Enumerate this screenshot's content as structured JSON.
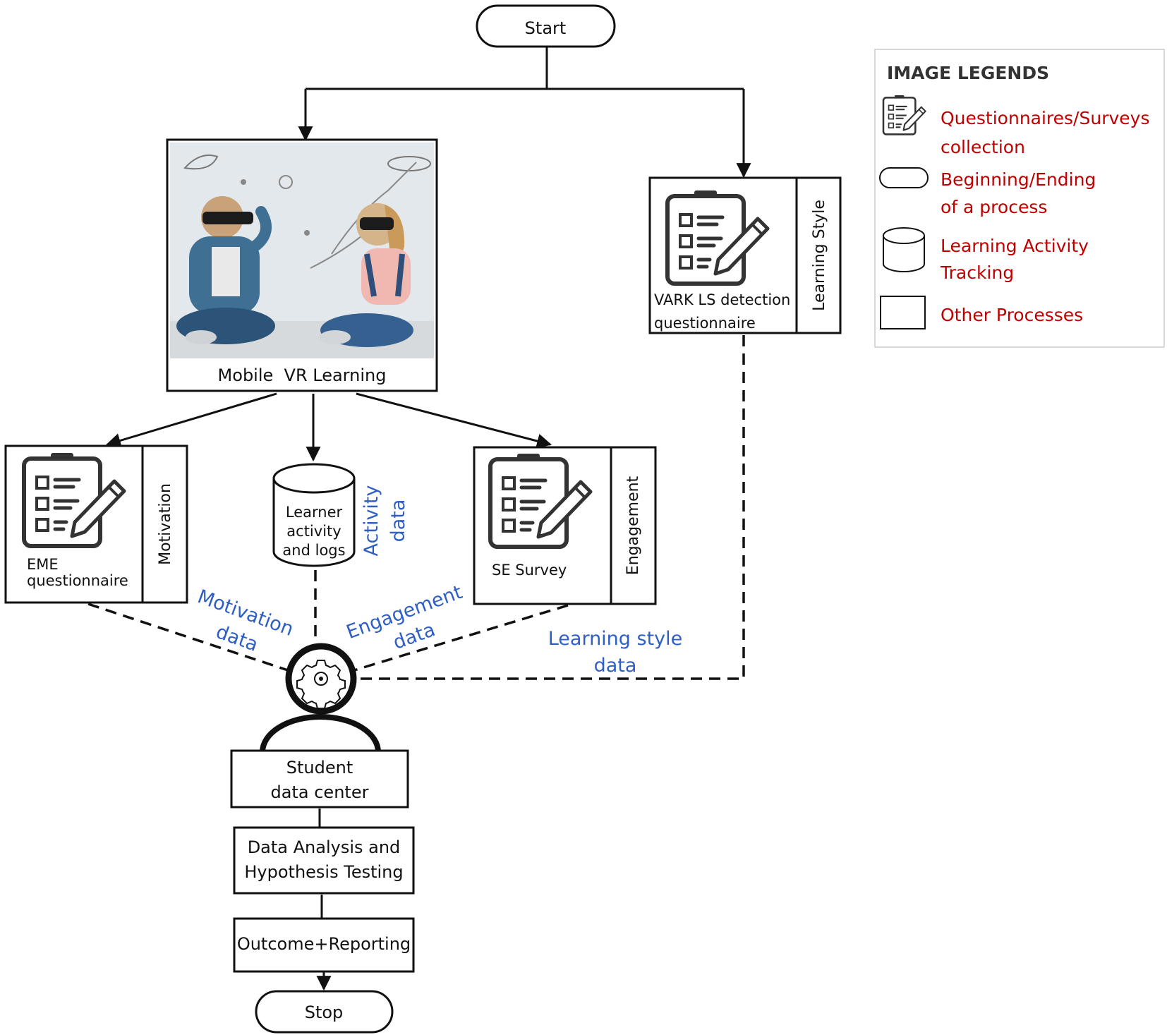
{
  "nodes": {
    "start": "Start",
    "mobile_vr": "Mobile  VR Learning",
    "vark_caption_1": "VARK LS detection",
    "vark_caption_2": "questionnaire",
    "vark_side": "Learning Style",
    "eme_caption_1": "EME",
    "eme_caption_2": "questionnaire",
    "eme_side": "Motivation",
    "db_1": "Learner",
    "db_2": "activity",
    "db_3": "and logs",
    "se_caption": "SE Survey",
    "se_side": "Engagement",
    "data_center_1": "Student",
    "data_center_2": "data center",
    "analysis_1": "Data Analysis and",
    "analysis_2": "Hypothesis Testing",
    "outcome": "Outcome+Reporting",
    "stop": "Stop"
  },
  "flows": {
    "activity_1": "Activity",
    "activity_2": "data",
    "motivation_1": "Motivation",
    "motivation_2": "data",
    "engagement_1": "Engagement",
    "engagement_2": "data",
    "learning_style_1": "Learning style",
    "learning_style_2": "data"
  },
  "legend": {
    "title": "IMAGE LEGENDS",
    "items": [
      {
        "icon": "clipboard-icon",
        "line1": "Questionnaires/Surveys",
        "line2": "collection"
      },
      {
        "icon": "terminator-shape-icon",
        "line1": "Beginning/Ending",
        "line2": "of a process"
      },
      {
        "icon": "cylinder-icon",
        "line1": "Learning Activity",
        "line2": "Tracking"
      },
      {
        "icon": "rectangle-icon",
        "line1": "Other Processes",
        "line2": ""
      }
    ]
  },
  "colors": {
    "flow_label": "#2f5fc4",
    "legend_text": "#c00000",
    "stroke": "#111111"
  }
}
